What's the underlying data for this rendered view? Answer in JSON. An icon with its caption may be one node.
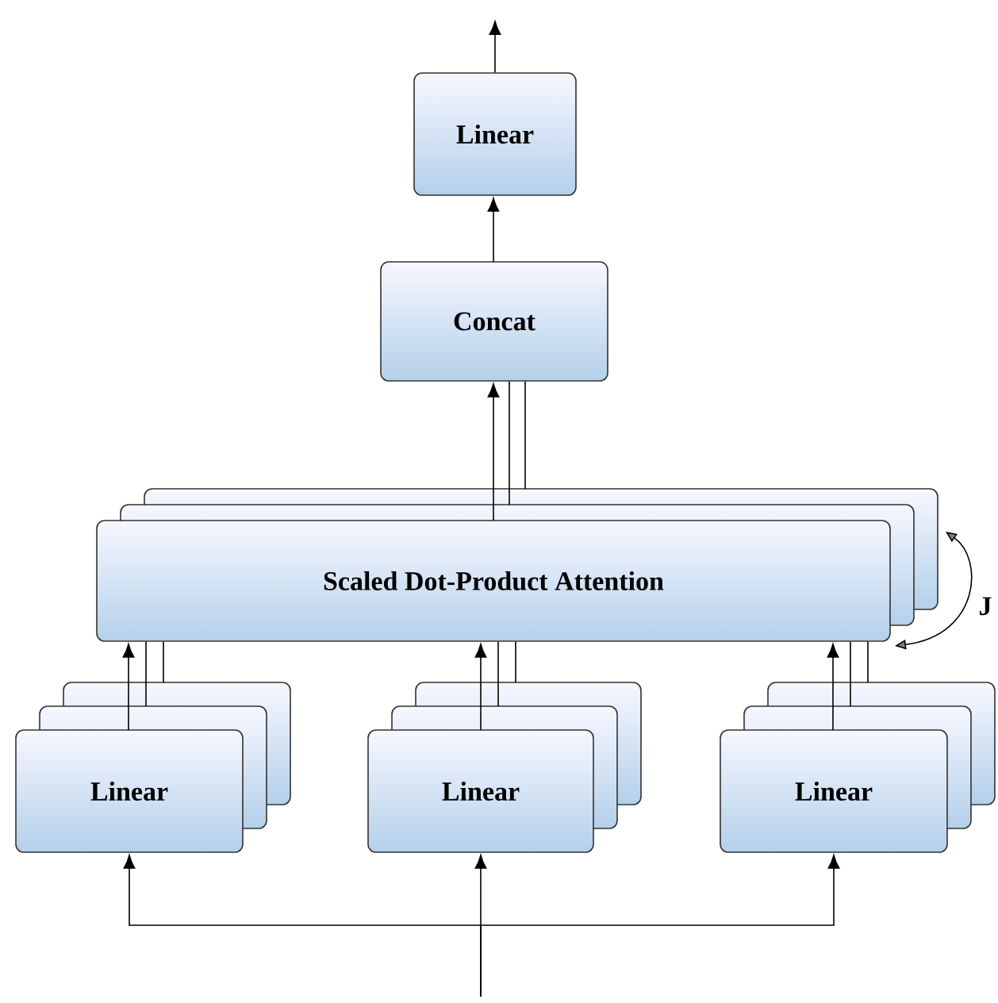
{
  "diagram": {
    "nodes": [
      {
        "text": [
          "Linear"
        ]
      },
      {
        "text": [
          "Concat"
        ]
      },
      {
        "text": [
          "Scaled Dot-Product Attention"
        ]
      },
      {
        "text": [
          "Linear"
        ]
      },
      {
        "text": [
          "Linear"
        ]
      },
      {
        "text": [
          "Linear"
        ]
      }
    ],
    "edges": [
      {
        "from": 0,
        "to": null,
        "arrow": "to"
      },
      {
        "from": 1,
        "to": 0,
        "arrow": "to"
      },
      {
        "from": 2,
        "to": 1,
        "arrow": "to"
      },
      {
        "from": 2,
        "to": 1,
        "arrow": "none"
      },
      {
        "from": 2,
        "to": 1,
        "arrow": "none"
      },
      {
        "from": 3,
        "to": 2,
        "arrow": "to"
      },
      {
        "from": 3,
        "to": 2,
        "arrow": "none"
      },
      {
        "from": 3,
        "to": 2,
        "arrow": "none"
      },
      {
        "from": 4,
        "to": 2,
        "arrow": "to"
      },
      {
        "from": 4,
        "to": 2,
        "arrow": "none"
      },
      {
        "from": 4,
        "to": 2,
        "arrow": "none"
      },
      {
        "from": 5,
        "to": 2,
        "arrow": "to"
      },
      {
        "from": 5,
        "to": 2,
        "arrow": "none"
      },
      {
        "from": 5,
        "to": 2,
        "arrow": "none"
      },
      {
        "from": null,
        "to": 3,
        "arrow": "to"
      },
      {
        "from": null,
        "to": 4,
        "arrow": "to"
      },
      {
        "from": null,
        "to": 5,
        "arrow": "to"
      }
    ],
    "labels": [
      "J"
    ]
  }
}
